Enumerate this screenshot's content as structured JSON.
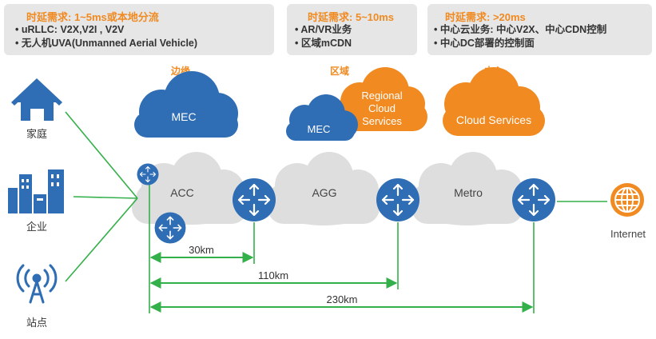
{
  "requirements": {
    "edge": {
      "title": "时延需求: 1~5ms或本地分流",
      "items": [
        "• uRLLC: V2X,V2I , V2V",
        "• 无人机UVA(Unmanned Aerial Vehicle)"
      ]
    },
    "region": {
      "title": "时延需求: 5~10ms",
      "items": [
        "• AR/VR业务",
        "• 区域mCDN"
      ]
    },
    "center": {
      "title": "时延需求: >20ms",
      "items": [
        "• 中心云业务: 中心V2X、中心CDN控制",
        "• 中心DC部署的控制面"
      ]
    }
  },
  "tiers": {
    "edge": "边缘",
    "region": "区域",
    "center": "中心"
  },
  "clouds": {
    "mec_edge": "MEC",
    "mec_region": "MEC",
    "regional_cloud": [
      "Regional",
      "Cloud",
      "Services"
    ],
    "cloud_services": "Cloud Services"
  },
  "network": {
    "acc": "ACC",
    "agg": "AGG",
    "metro": "Metro",
    "internet": "Internet"
  },
  "sites": {
    "home": "家庭",
    "enterprise": "企业",
    "station": "站点"
  },
  "distances": {
    "d1": "30km",
    "d2": "110km",
    "d3": "230km"
  },
  "colors": {
    "accent": "#f08a21",
    "router_blue": "#2f6db4",
    "line_green": "#33b04a",
    "grey_cloud": "#d9d9d9",
    "icon_blue": "#2f6db4"
  }
}
